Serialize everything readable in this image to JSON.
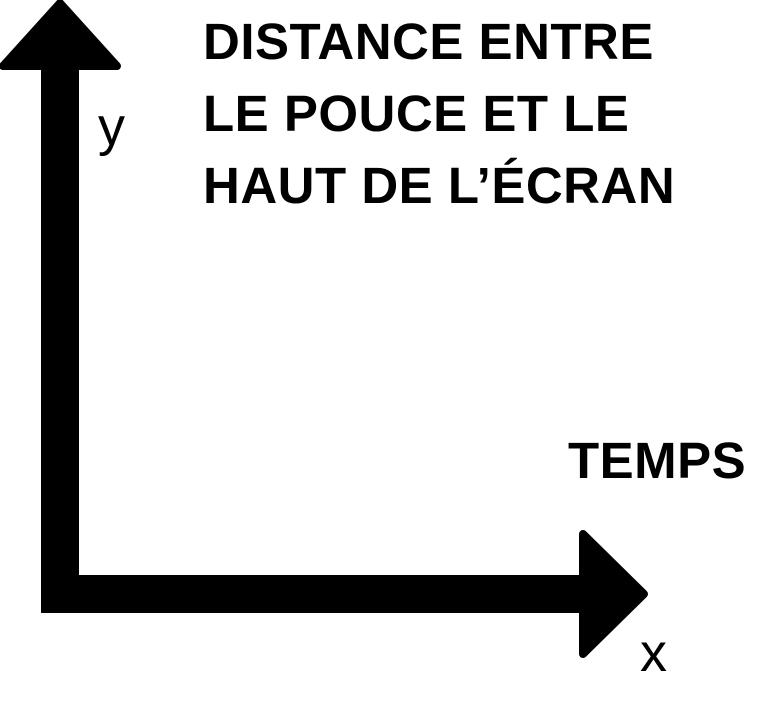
{
  "diagram": {
    "y_axis": {
      "letter": "y",
      "caption_lines": [
        "DISTANCE ENTRE",
        "LE POUCE ET LE",
        "HAUT DE L’ÉCRAN"
      ]
    },
    "x_axis": {
      "letter": "x",
      "caption": "TEMPS"
    },
    "colors": {
      "ink": "#000000",
      "background": "#ffffff"
    }
  }
}
